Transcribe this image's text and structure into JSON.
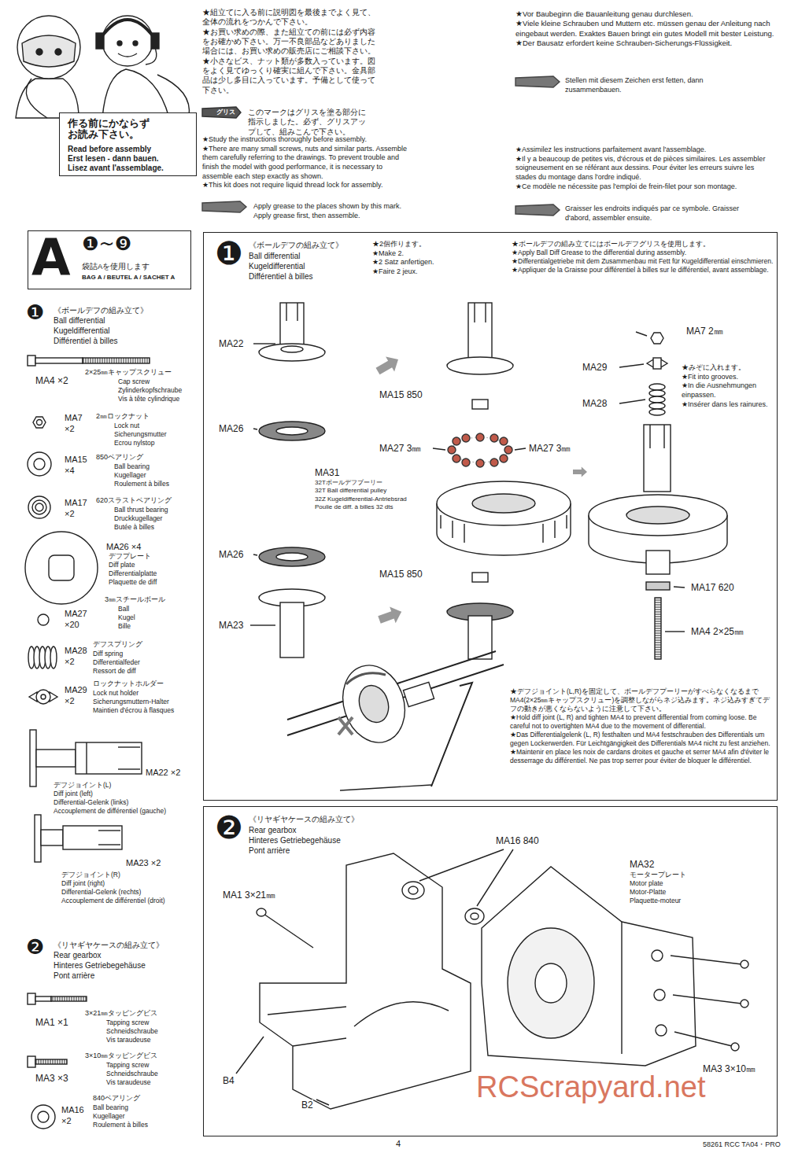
{
  "diagram": {
    "nodes": [
      {
        "text": [
          "作る前にかならずお読み下さい。",
          "Read before assembly",
          "Erst lesen - dann bauen.",
          "Lisez avant l'assemblage."
        ]
      },
      {
        "text": [
          "A",
          "❶~❾",
          "袋詰Aを使用します",
          "BAG A / BEUTEL A / SACHET A"
        ]
      },
      {
        "text": [
          "❶",
          "《ボールデフの組み立て》",
          "Ball differential",
          "Kugeldifferential",
          "Différentiel à billes"
        ]
      },
      {
        "text": [
          "❷",
          "《リヤギヤケースの組み立て》",
          "Rear gearbox",
          "Hinteres Getriebegehäuse",
          "Pont arrière"
        ]
      }
    ],
    "labels": [
      "★組立てに入る前に説明図を最後までよく見て、全体の流れをつかんで下さい。",
      "★お買い求めの際、また組立ての前には必ず内容をお確かめ下さい。万一不良部品などありました場合には、お買い求めの販売店にご相談下さい。",
      "★小さなビス、ナット類が多数入っています。図をよく見てゆっくり確実に組んで下さい。金具部品は少し多目に入っています。予備として使って下さい。",
      "グリス",
      "このマークはグリスを塗る部分に指示しました。必ず、グリスアップして、組みこんで下さい。",
      "★Study the instructions thoroughly before assembly.",
      "★There are many small screws, nuts and similar parts. Assemble them carefully referring to the drawings. To prevent trouble and finish the model with good performance, it is necessary to assemble each step exactly as shown.",
      "★This kit does not require liquid thread lock for assembly.",
      "Apply grease to the places shown by this mark. Apply grease first, then assemble.",
      "★Vor Baubeginn die Bauanleitung genau durchlesen.",
      "★Viele kleine Schrauben und Muttern etc. müssen genau der Anleitung nach eingebaut werden. Exaktes Bauen bringt ein gutes Modell mit bester Leistung.",
      "★Der Bausatz erfordert keine Schrauben-Sicherungs-Flüssigkeit.",
      "Stellen mit diesem Zeichen erst fetten, dann zusammenbauen.",
      "★Assimilez les instructions parfaitement avant l'assemblage.",
      "★Il y a beaucoup de petites vis, d'écrous et de pièces similaires. Les assembler soigneusement en se référant aux dessins. Pour éviter les erreurs suivre les stades du montage dans l'ordre indiqué.",
      "★Ce modèle ne nécessite pas l'emploi de frein-filet pour son montage.",
      "Graisser les endroits indiqués par ce symbole. Graisser d'abord, assembler ensuite.",
      "❶",
      "《ボールデフの組み立て》",
      "Ball differential",
      "Kugeldifferential",
      "Différentiel à billes",
      "MA4 ×2",
      "2×25㎜キャップスクリュー",
      "Cap screw",
      "Zylinderkopfschraube",
      "Vis à tête cylindrique",
      "MA7",
      "×2",
      "2㎜ロックナット",
      "Lock nut",
      "Sicherungsmutter",
      "Ecrou nylstop",
      "MA15",
      "×4",
      "850ベアリング",
      "Ball bearing",
      "Kugellager",
      "Roulement à billes",
      "MA17",
      "×2",
      "620スラストベアリング",
      "Ball thrust bearing",
      "Druckkugellager",
      "Butée à billes",
      "MA26 ×4",
      "デフプレート",
      "Diff plate",
      "Differentialplatte",
      "Plaquette de diff",
      "MA27",
      "×20",
      "3㎜スチールボール",
      "Ball",
      "Kugel",
      "Bille",
      "MA28",
      "×2",
      "デフスプリング",
      "Diff spring",
      "Differentialfeder",
      "Ressort de diff",
      "MA29",
      "×2",
      "ロックナットホルダー",
      "Lock nut holder",
      "Sicherungsmuttern-Halter",
      "Maintien d'écrou à flasques",
      "MA22 ×2",
      "デフジョイント(L)",
      "Diff joint (left)",
      "Differential-Gelenk (links)",
      "Accouplement de différentiel (gauche)",
      "MA23 ×2",
      "デフジョイント(R)",
      "Diff joint (right)",
      "Differential-Gelenk (rechts)",
      "Accouplement de différentiel (droit)",
      "❷",
      "《リヤギヤケースの組み立て》",
      "Rear gearbox",
      "Hinteres Getriebegehäuse",
      "Pont arrière",
      "MA1 ×1",
      "3×21㎜タッピングビス",
      "Tapping screw",
      "Schneidschraube",
      "Vis taraudeuse",
      "MA3 ×3",
      "3×10㎜タッピングビス",
      "Tapping screw",
      "Schneidschraube",
      "Vis taraudeuse",
      "MA16",
      "×2",
      "840ベアリング",
      "Ball bearing",
      "Kugellager",
      "Roulement à billes",
      "★2個作ります。",
      "★Make 2.",
      "★2 Satz anfertigen.",
      "★Faire 2 jeux.",
      "★ボールデフの組み立てにはボールデフグリスを使用します。",
      "★Apply Ball Diff Grease to the differential during assembly.",
      "★Differentialgetriebe mit dem Zusammenbau mit Fett für Kugeldifferential einschmieren.",
      "★Appliquer de la Graisse pour différentiel à billes sur le différentiel, avant assemblage.",
      "MA22",
      "MA26",
      "MA15 850",
      "MA27 3㎜",
      "MA27 3㎜",
      "MA31",
      "32Tボールデフプーリー",
      "32T Ball differential pulley",
      "32Z Kugeldifferential-Antriebsrad",
      "Poulie de diff. à billes 32 dts",
      "MA26",
      "MA15 850",
      "MA23",
      "MA7 2㎜",
      "MA29",
      "MA28",
      "★みぞに入れます。",
      "★Fit into grooves.",
      "★In die Ausnehmungen einpassen.",
      "★Insérer dans les rainures.",
      "MA17 620",
      "MA4 2×25㎜",
      "★デフジョイント(L,R)を固定して、ボールデフプーリーがすべらなくなるまでMA4(2×25㎜キャップスクリュー)を調整しながらネジ込みます。ネジ込みすぎてデフの動きが悪くならないように注意して下さい。",
      "★Hold diff joint (L, R) and tighten MA4 to prevent differential from coming loose. Be careful not to overtighten MA4 due to the movement of differential.",
      "★Das Differentialgelenk (L, R) festhalten und MA4 festschrauben des Differentials um gegen Lockerwerden. Für Leichtgängigkeit des Differentials MA4 nicht zu fest anziehen.",
      "★Maintenir en place les noix de cardans droites et gauche et serrer MA4 afin d'éviter le desserrage du différentiel. Ne pas trop serrer pour éviter de bloquer le différentiel.",
      "MA16 840",
      "MA32",
      "モータープレート",
      "Motor plate",
      "Motor-Platte",
      "Plaquette-moteur",
      "MA1 3×21㎜",
      "B4",
      "B2",
      "MA3 3×10㎜",
      "RCScrapyard.net",
      "4",
      "58261 RCC TA04・PRO"
    ]
  }
}
